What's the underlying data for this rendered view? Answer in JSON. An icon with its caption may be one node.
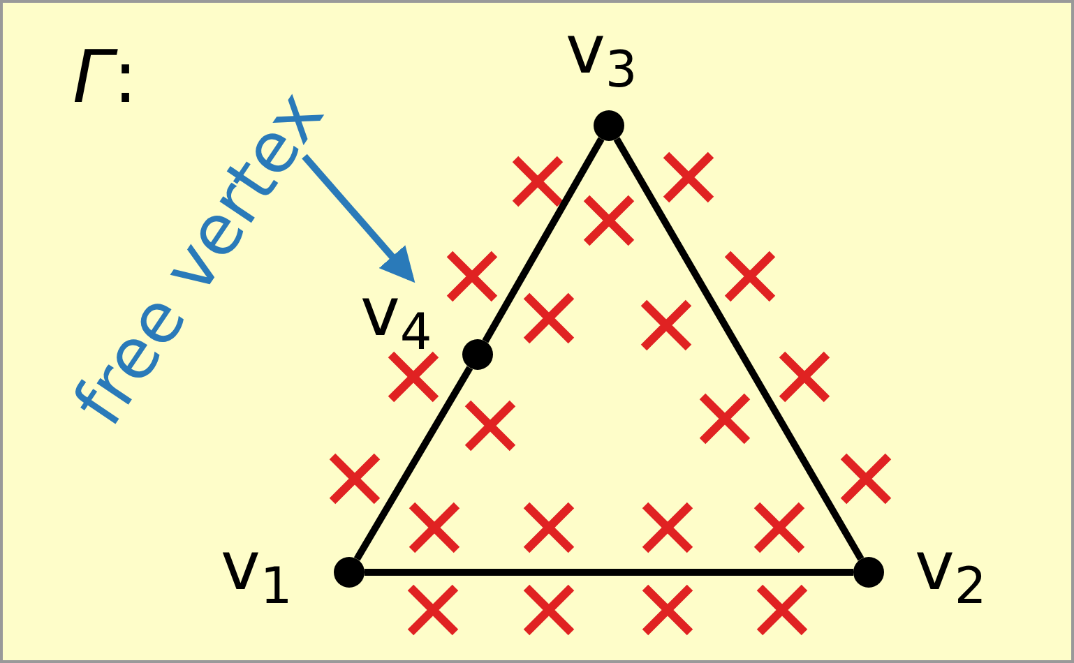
{
  "diagram": {
    "nodes": [
      {
        "text": [
          "free vertex"
        ]
      },
      {
        "text": [],
        "shape": "circle",
        "beside": [
          "v$_{1}$"
        ]
      },
      {
        "text": [],
        "shape": "circle",
        "beside": [
          "v$_{4}$"
        ]
      },
      {
        "text": [],
        "shape": "circle",
        "beside": [
          "v$_{3}$"
        ]
      },
      {
        "text": [],
        "shape": "circle",
        "beside": [
          "v$_{2}$"
        ]
      }
    ],
    "edges": [
      {
        "from": 1,
        "to": 4,
        "arrow": "none"
      },
      {
        "from": 4,
        "to": 3,
        "arrow": "none"
      },
      {
        "from": 3,
        "to": 2,
        "arrow": "none"
      },
      {
        "from": 2,
        "to": 1,
        "arrow": "none"
      },
      {
        "from": 0,
        "to": 2,
        "arrow": "to",
        "color": "#2a7ab9"
      }
    ],
    "labels": [
      "*Γ*:"
    ]
  }
}
